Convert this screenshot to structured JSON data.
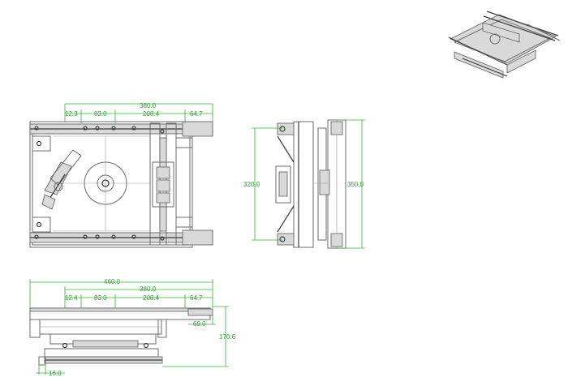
{
  "top_view": {
    "overall": "380.0",
    "left_rail": "12.3",
    "seg_a": "83.0",
    "seg_b": "208.4",
    "seg_c": "64.7"
  },
  "side_view": {
    "left_height": "320.0",
    "right_height": "350.0"
  },
  "front_view": {
    "overall": "460.0",
    "sub_overall": "380.0",
    "left_rail": "12.4",
    "seg_a": "83.0",
    "seg_b": "208.4",
    "seg_c": "64.7",
    "rail_height": "69.0",
    "total_height": "170.6",
    "bottom_offset": "16.0"
  }
}
